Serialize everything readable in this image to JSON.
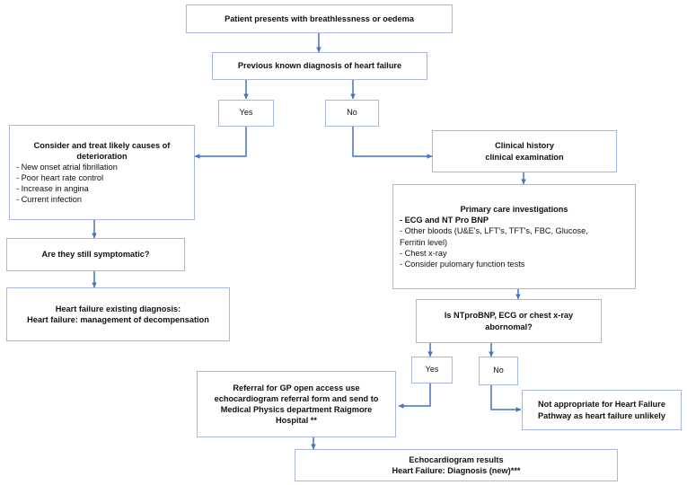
{
  "diagram": {
    "title_semantic": "heart-failure-pathway-flowchart",
    "colors": {
      "box_border": "#A7B8DA",
      "connector": "#4472C4",
      "text": "#111111",
      "background": "#FFFFFF"
    },
    "nodes": [
      {
        "id": "start",
        "name": "node-patient-presents",
        "lines": [
          {
            "text": "Patient presents with breathlessness or oedema",
            "bold": true
          }
        ]
      },
      {
        "id": "prev-dx",
        "name": "node-previous-known-diagnosis",
        "lines": [
          {
            "text": "Previous known diagnosis of heart failure",
            "bold": true
          }
        ]
      },
      {
        "id": "yes1",
        "name": "node-decision-yes-previous-diagnosis",
        "lines": [
          {
            "text": "Yes",
            "bold": false
          }
        ]
      },
      {
        "id": "no1",
        "name": "node-decision-no-previous-diagnosis",
        "lines": [
          {
            "text": "No",
            "bold": false
          }
        ]
      },
      {
        "id": "causes",
        "name": "node-consider-treat-causes",
        "heading": [
          "Consider and treat likely causes of",
          "deterioration"
        ],
        "bullets": [
          "- New onset atrial fibrillation",
          "- Poor heart rate control",
          "- Increase in angina",
          "- Current infection"
        ]
      },
      {
        "id": "symptomatic",
        "name": "node-are-they-still-symptomatic",
        "lines": [
          {
            "text": "Are they still symptomatic?",
            "bold": true
          }
        ]
      },
      {
        "id": "existing-dx",
        "name": "node-heart-failure-existing-diagnosis",
        "lines": [
          {
            "text": "Heart failure existing diagnosis:",
            "bold": true
          },
          {
            "text": "Heart failure: management of decompensation",
            "bold": true
          }
        ]
      },
      {
        "id": "clinical-history",
        "name": "node-clinical-history",
        "lines": [
          {
            "text": "Clinical history",
            "bold": true
          },
          {
            "text": "clinical examination",
            "bold": true
          }
        ]
      },
      {
        "id": "primary-care",
        "name": "node-primary-care-investigations",
        "heading": [
          "Primary care investigations"
        ],
        "bullets_mixed": [
          {
            "text": "- ECG and NT Pro BNP",
            "bold": true
          },
          {
            "text": "- Other bloods (U&E's, LFT's, TFT's, FBC, Glucose,",
            "bold": false
          },
          {
            "text": "Ferritin level)",
            "bold": false
          },
          {
            "text": "- Chest x-ray",
            "bold": false
          },
          {
            "text": "- Consider pulomary function tests",
            "bold": false
          }
        ]
      },
      {
        "id": "is-abnormal",
        "name": "node-is-ntprobnp-ecg-chest-xray-abnormal",
        "lines": [
          {
            "text": "Is NTproBNP, ECG or chest x-ray",
            "bold": true
          },
          {
            "text": "abornomal?",
            "bold": true
          }
        ]
      },
      {
        "id": "yes2",
        "name": "node-decision-yes-abnormal",
        "lines": [
          {
            "text": "Yes",
            "bold": false
          }
        ]
      },
      {
        "id": "no2",
        "name": "node-decision-no-abnormal",
        "lines": [
          {
            "text": "No",
            "bold": false
          }
        ]
      },
      {
        "id": "referral",
        "name": "node-referral-gp-open-access-echocardiogram",
        "lines": [
          {
            "text": "Referral for GP open access use",
            "bold": true
          },
          {
            "text": "echocardiogram referral form and send to",
            "bold": true
          },
          {
            "text": "Medical Physics department Raigmore",
            "bold": true
          },
          {
            "text": "Hospital **",
            "bold": true
          }
        ]
      },
      {
        "id": "not-appropriate",
        "name": "node-not-appropriate-for-pathway",
        "lines": [
          {
            "text": "Not appropriate for Heart Failure",
            "bold": true
          },
          {
            "text": "Pathway as heart failure unlikely",
            "bold": true
          }
        ]
      },
      {
        "id": "echo-results",
        "name": "node-echocardiogram-results",
        "lines": [
          {
            "text": "Echocardiogram results",
            "bold": true
          },
          {
            "text": "Heart Failure: Diagnosis (new)***",
            "bold": true
          }
        ]
      }
    ],
    "edges": [
      {
        "name": "edge-start-to-previous-diagnosis",
        "from": "start",
        "to": "prev-dx"
      },
      {
        "name": "edge-previous-diagnosis-to-yes",
        "from": "prev-dx",
        "to": "yes1"
      },
      {
        "name": "edge-previous-diagnosis-to-no",
        "from": "prev-dx",
        "to": "no1"
      },
      {
        "name": "edge-yes-to-consider-causes",
        "from": "yes1",
        "to": "causes"
      },
      {
        "name": "edge-no-to-clinical-history",
        "from": "no1",
        "to": "clinical-history"
      },
      {
        "name": "edge-causes-to-symptomatic",
        "from": "causes",
        "to": "symptomatic"
      },
      {
        "name": "edge-symptomatic-to-existing-diagnosis",
        "from": "symptomatic",
        "to": "existing-dx"
      },
      {
        "name": "edge-clinical-history-to-primary-care",
        "from": "clinical-history",
        "to": "primary-care"
      },
      {
        "name": "edge-primary-care-to-is-abnormal",
        "from": "primary-care",
        "to": "is-abnormal"
      },
      {
        "name": "edge-is-abnormal-to-yes",
        "from": "is-abnormal",
        "to": "yes2"
      },
      {
        "name": "edge-is-abnormal-to-no",
        "from": "is-abnormal",
        "to": "no2"
      },
      {
        "name": "edge-yes-to-referral",
        "from": "yes2",
        "to": "referral"
      },
      {
        "name": "edge-no-to-not-appropriate",
        "from": "no2",
        "to": "not-appropriate"
      },
      {
        "name": "edge-referral-to-echo-results",
        "from": "referral",
        "to": "echo-results"
      }
    ]
  }
}
